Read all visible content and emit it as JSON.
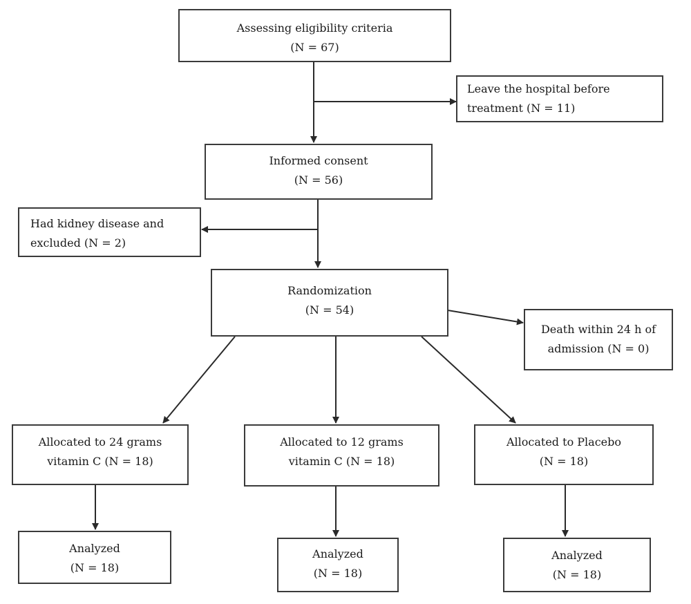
{
  "flowchart": {
    "eligibility": {
      "title": "Assessing eligibility criteria",
      "count": "(N = 67)"
    },
    "left_hospital": {
      "line1": "Leave the hospital before",
      "line2": "treatment (N = 11)"
    },
    "consent": {
      "title": "Informed consent",
      "count": "(N = 56)"
    },
    "kidney": {
      "line1": "Had kidney disease and",
      "line2": "excluded (N = 2)"
    },
    "randomization": {
      "title": "Randomization",
      "count": "(N = 54)"
    },
    "death": {
      "line1": "Death within 24 h of",
      "line2": "admission (N = 0)"
    },
    "alloc_24": {
      "line1": "Allocated to 24 grams",
      "line2": "vitamin C (N = 18)"
    },
    "alloc_12": {
      "line1": "Allocated to 12 grams",
      "line2": "vitamin C (N = 18)"
    },
    "alloc_placebo": {
      "line1": "Allocated to Placebo",
      "line2": "(N = 18)"
    },
    "analyzed_24": {
      "title": "Analyzed",
      "count": "(N = 18)"
    },
    "analyzed_12": {
      "title": "Analyzed",
      "count": "(N = 18)"
    },
    "analyzed_placebo": {
      "title": "Analyzed",
      "count": "(N = 18)"
    }
  }
}
